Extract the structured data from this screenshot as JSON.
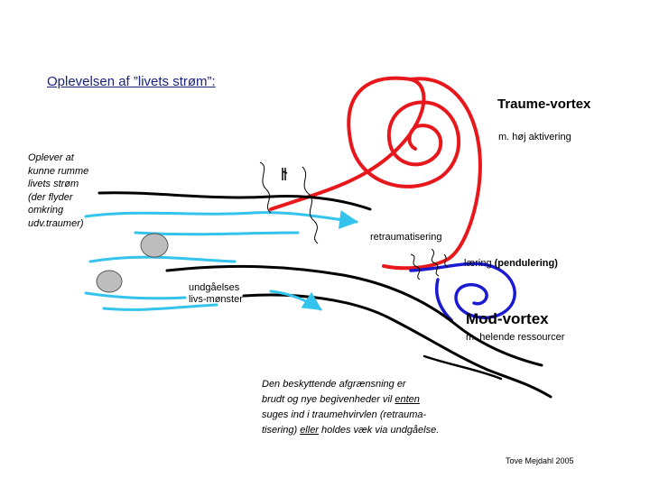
{
  "title": "Oplevelsen af ”livets strøm”:",
  "traume_vortex": {
    "label": "Traume-vortex",
    "sub": "m. høj aktivering"
  },
  "oplever": "Oplever at\nkunne rumme\nlivets strøm\n(der flyder\nomkring\nudv.traumer)",
  "retraumatisering": "retraumatisering",
  "laering": {
    "prefix": "læring ",
    "bold": "(pendulering)"
  },
  "undgaaelse": "undgåelses\nlivs-mønster",
  "mod_vortex": {
    "label": "Mod-vortex",
    "sub": "m. helende ressourcer"
  },
  "note": {
    "l1": "Den beskyttende afgrænsning er",
    "l2a": "brudt og nye begivenheder vil ",
    "l2u": "enten",
    "l3": "suges ind i traumehvirvlen (retrauma-",
    "l4a": "tisering) ",
    "l4u": "eller",
    "l4b": " holdes væk via undgåelse."
  },
  "credit": "Tove Mejdahl 2005",
  "colors": {
    "red": "#e8171c",
    "blue": "#1a1ad0",
    "cyan": "#33c3ec",
    "black": "#000000",
    "grey": "#bdbdbd",
    "title": "#1a237e"
  }
}
